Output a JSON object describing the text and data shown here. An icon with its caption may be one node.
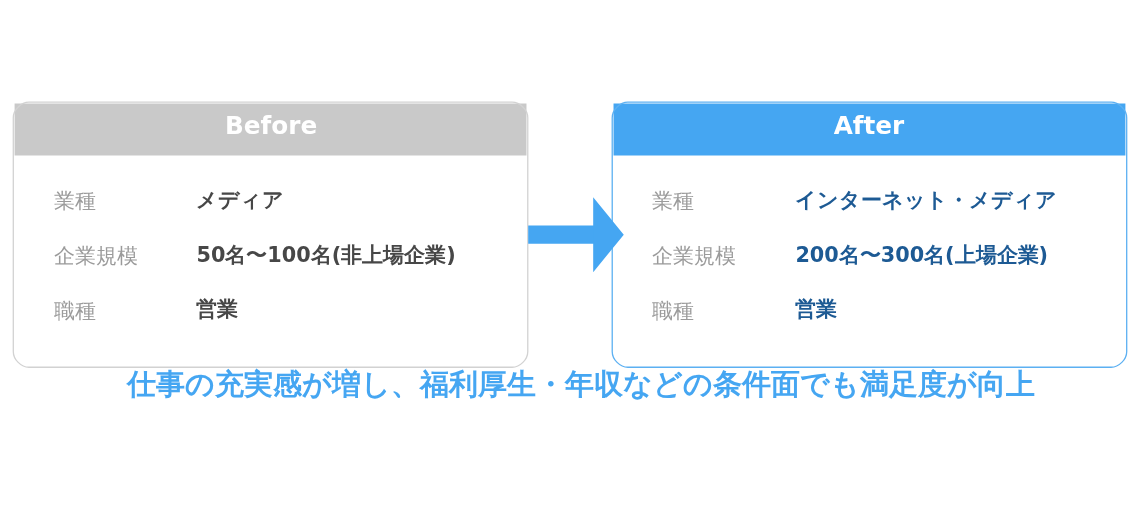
{
  "diagram": {
    "caption": "仕事の充実感が増し、福利厚生・年収などの条件面でも満足度が向上",
    "nodes": [
      {
        "text": [
          "Before",
          "業種",
          "メディア",
          "企業規模",
          "50名〜100名(非上場企業)",
          "職種",
          "営業"
        ]
      },
      {
        "text": [
          "After",
          "業種",
          "インターネット・メディア",
          "企業規模",
          "200名〜300名(上場企業)",
          "職種",
          "営業"
        ]
      }
    ],
    "edges": [
      {
        "from": 0,
        "to": 1,
        "arrow": "to",
        "color": "#45a6f2"
      }
    ]
  }
}
